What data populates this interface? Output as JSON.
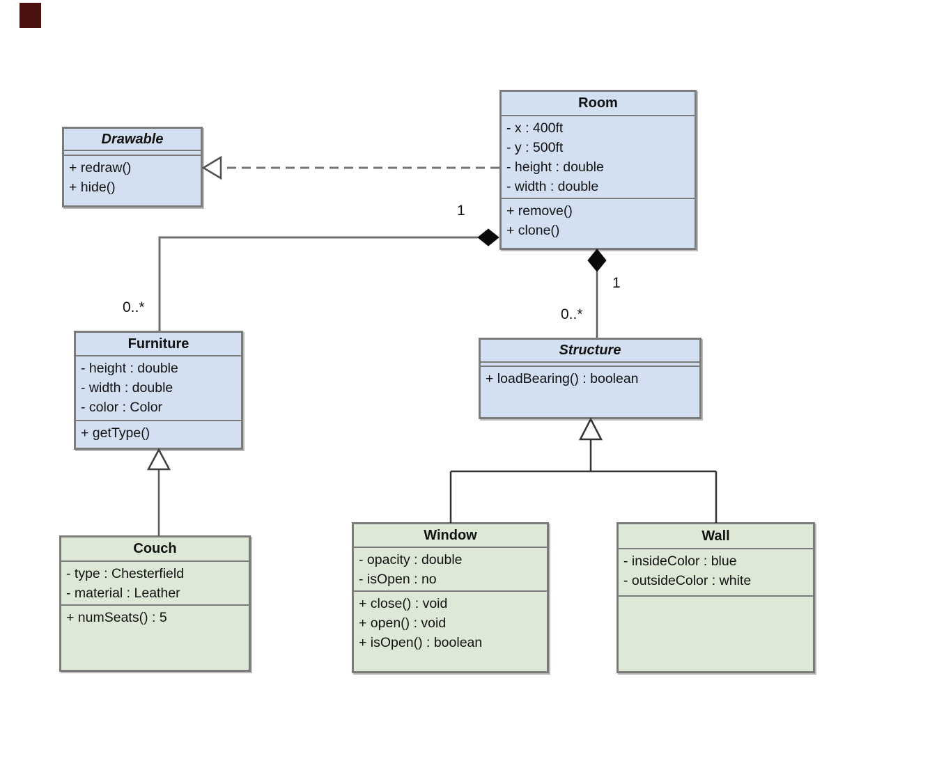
{
  "colors": {
    "class_fill_blue": "#d2e0f2",
    "class_fill_green": "#dde9d6",
    "box_border_gray": "#7b7b7b",
    "connector_gray": "#6e6e6e",
    "diamond_black": "#0a0a0a",
    "marker_red": "#4a1111"
  },
  "classes": {
    "drawable": {
      "title": "Drawable",
      "abstract": true,
      "attributes": [],
      "methods": [
        "+ redraw()",
        "+ hide()"
      ]
    },
    "room": {
      "title": "Room",
      "abstract": false,
      "attributes": [
        "- x : 400ft",
        "- y : 500ft",
        "- height : double",
        "- width : double"
      ],
      "methods": [
        "+ remove()",
        "+ clone()"
      ]
    },
    "furniture": {
      "title": "Furniture",
      "abstract": false,
      "attributes": [
        "- height : double",
        "- width : double",
        "- color : Color"
      ],
      "methods": [
        "+ getType()"
      ]
    },
    "structure": {
      "title": "Structure",
      "abstract": true,
      "attributes": [],
      "methods": [
        "+ loadBearing() : boolean"
      ]
    },
    "couch": {
      "title": "Couch",
      "abstract": false,
      "attributes": [
        "- type : Chesterfield",
        "- material : Leather"
      ],
      "methods": [
        "+ numSeats() : 5"
      ]
    },
    "window": {
      "title": "Window",
      "abstract": false,
      "attributes": [
        "- opacity : double",
        "- isOpen : no"
      ],
      "methods": [
        "+ close() : void",
        "+ open() : void",
        "+ isOpen() : boolean"
      ]
    },
    "wall": {
      "title": "Wall",
      "abstract": false,
      "attributes": [
        "- insideColor : blue",
        "- outsideColor : white"
      ],
      "methods": []
    }
  },
  "relationships": {
    "room_drawable": {
      "type": "realization",
      "from": "Room",
      "to": "Drawable"
    },
    "room_furniture": {
      "type": "composition",
      "whole": "Room",
      "part": "Furniture",
      "multiplicity_whole": "1",
      "multiplicity_part": "0..*"
    },
    "room_structure": {
      "type": "composition",
      "whole": "Room",
      "part": "Structure",
      "multiplicity_whole": "1",
      "multiplicity_part": "0..*"
    },
    "couch_furniture": {
      "type": "generalization",
      "from": "Couch",
      "to": "Furniture"
    },
    "window_structure": {
      "type": "generalization",
      "from": "Window",
      "to": "Structure"
    },
    "wall_structure": {
      "type": "generalization",
      "from": "Wall",
      "to": "Structure"
    }
  }
}
